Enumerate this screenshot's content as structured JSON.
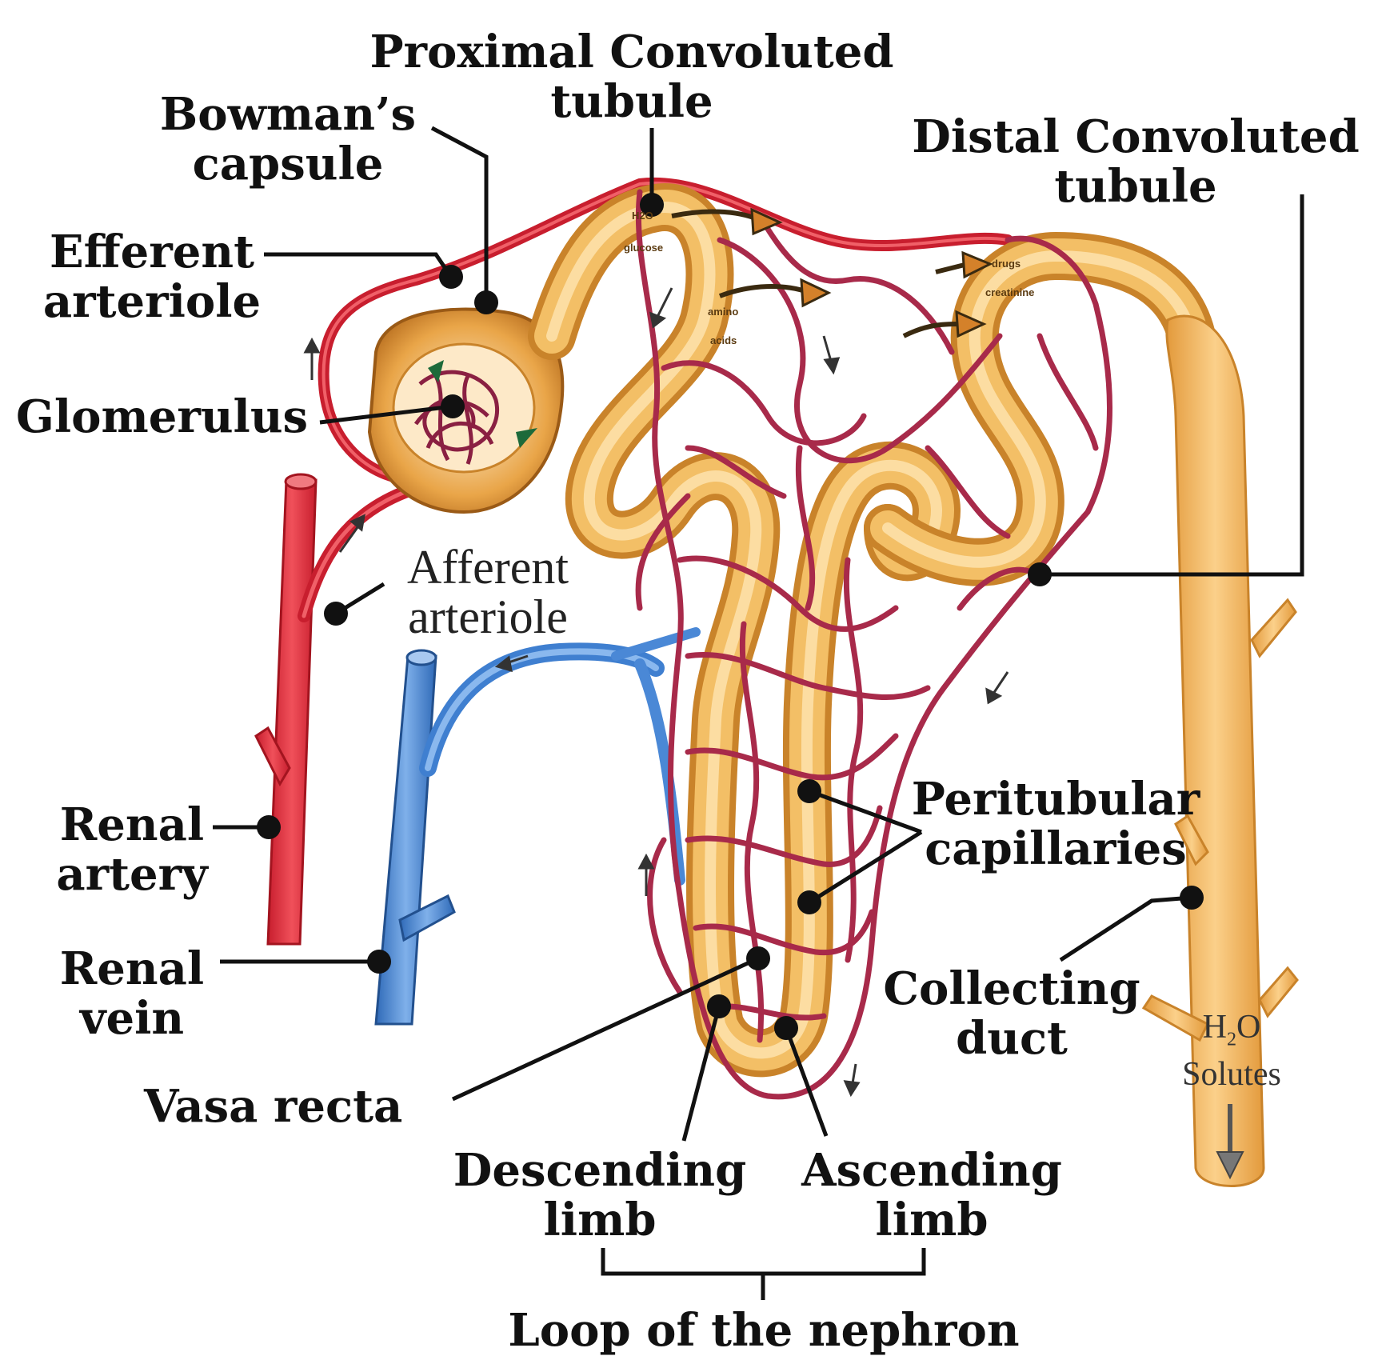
{
  "labels": {
    "proximal_tubule": [
      "Proximal Convoluted",
      "tubule"
    ],
    "bowmans_capsule": [
      "Bowman’s",
      "capsule"
    ],
    "distal_tubule": [
      "Distal Convoluted",
      "tubule"
    ],
    "efferent_arteriole": [
      "Efferent",
      "arteriole"
    ],
    "glomerulus": [
      "Glomerulus"
    ],
    "afferent_arteriole": [
      "Afferent",
      "arteriole"
    ],
    "renal_artery": [
      "Renal",
      "artery"
    ],
    "renal_vein": [
      "Renal",
      "vein"
    ],
    "peritubular_capillaries": [
      "Peritubular",
      "capillaries"
    ],
    "collecting_duct": [
      "Collecting",
      "duct"
    ],
    "vasa_recta": [
      "Vasa recta"
    ],
    "descending_limb": [
      "Descending",
      "limb"
    ],
    "ascending_limb": [
      "Ascending",
      "limb"
    ],
    "loop_of_nephron": [
      "Loop of the nephron"
    ]
  },
  "duct_contents": {
    "water": "H",
    "water_sub": "2",
    "water_tail": "O",
    "solutes": "Solutes"
  },
  "tubule_annotations": {
    "pct_1": "H2O",
    "pct_2": "glucose",
    "pct_3": "amino",
    "pct_4": "acids",
    "dct_1": "drugs",
    "dct_2": "creatinine"
  },
  "colors": {
    "artery": "#e2283a",
    "vein": "#3f7fd0",
    "capillary": "#a82a4a",
    "tubule": "#f0b65a",
    "tubule_dark": "#c9832a"
  }
}
